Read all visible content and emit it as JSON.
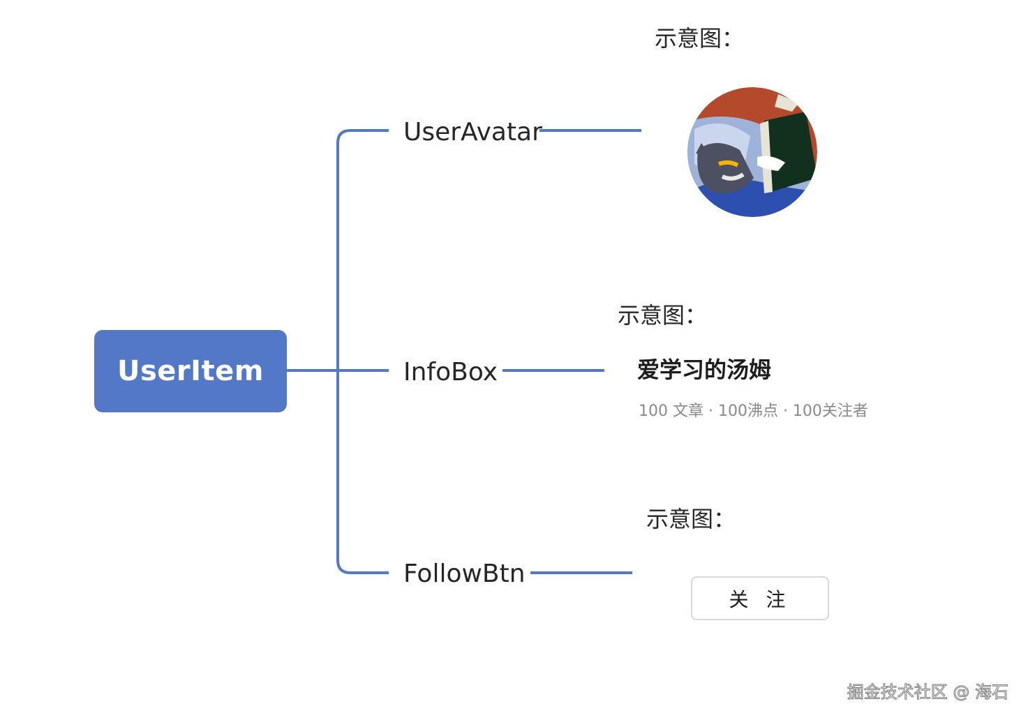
{
  "root": {
    "label": "UserItem"
  },
  "branches": [
    {
      "label": "UserAvatar"
    },
    {
      "label": "InfoBox"
    },
    {
      "label": "FollowBtn"
    }
  ],
  "captions": {
    "avatar": "示意图：",
    "info": "示意图：",
    "follow": "示意图："
  },
  "avatar_example": {
    "icon": "tom-cat-reading-avatar-icon"
  },
  "info_example": {
    "name": "爱学习的汤姆",
    "stats": "100 文章 · 100沸点 · 100关注者"
  },
  "follow_example": {
    "button_label": "关 注"
  },
  "watermark": "掘金技术社区 @ 海石",
  "colors": {
    "root_fill": "#5278c7",
    "connector": "#5278c7",
    "text": "#262626",
    "stats_text": "#8a8a8a"
  }
}
